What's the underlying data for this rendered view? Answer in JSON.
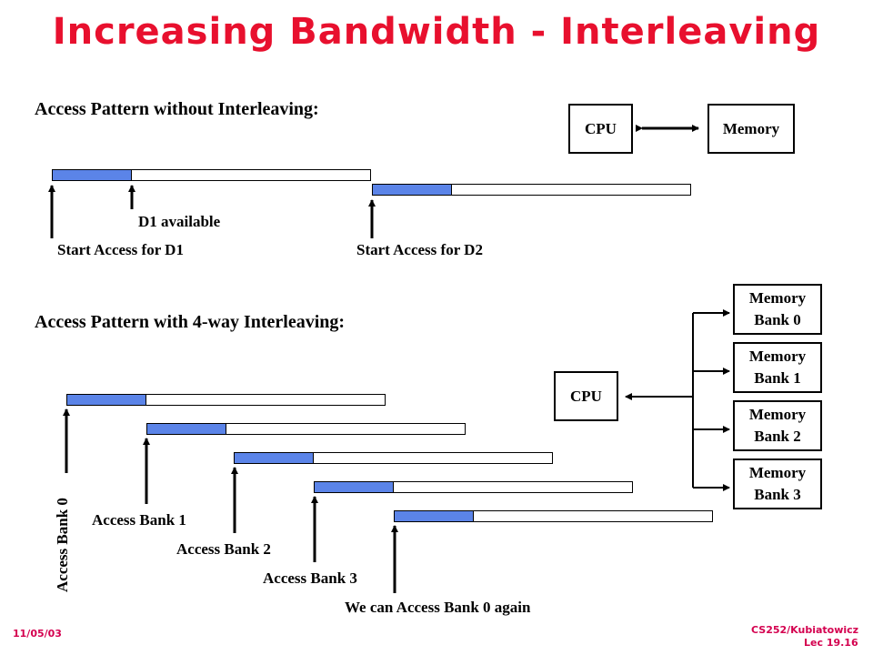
{
  "title": "Increasing Bandwidth - Interleaving",
  "without": {
    "heading": "Access Pattern without Interleaving:",
    "d1_available": "D1 available",
    "start_d1": "Start Access for D1",
    "start_d2": "Start Access for D2",
    "cpu": "CPU",
    "memory": "Memory"
  },
  "with": {
    "heading": "Access Pattern with 4-way Interleaving:",
    "cpu": "CPU",
    "banks": [
      {
        "line1": "Memory",
        "line2": "Bank 0"
      },
      {
        "line1": "Memory",
        "line2": "Bank 1"
      },
      {
        "line1": "Memory",
        "line2": "Bank 2"
      },
      {
        "line1": "Memory",
        "line2": "Bank 3"
      }
    ],
    "access_bank0": "Access Bank 0",
    "access_bank1": "Access Bank 1",
    "access_bank2": "Access Bank 2",
    "access_bank3": "Access Bank 3",
    "again": "We can Access Bank 0 again"
  },
  "footer": {
    "date": "11/05/03",
    "course": "CS252/Kubiatowicz",
    "lecture": "Lec 19.16"
  },
  "colors": {
    "title": "#e8102e",
    "fill": "#5b84e8",
    "footer": "#d4004f"
  }
}
